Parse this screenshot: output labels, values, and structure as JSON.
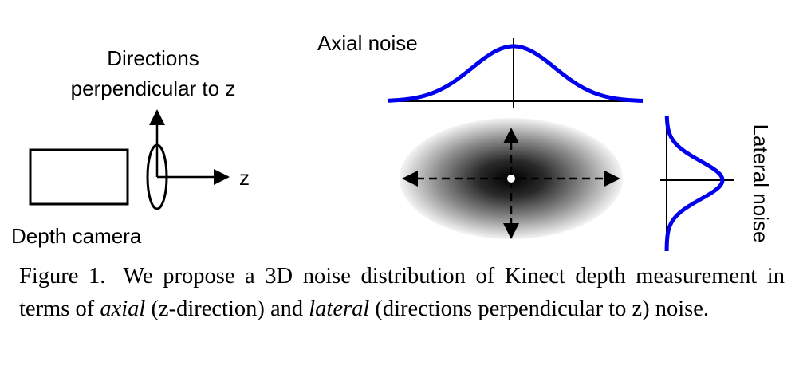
{
  "figure": {
    "camera_label": "Depth camera",
    "directions_line1": "Directions",
    "directions_line2": "perpendicular to z",
    "z_label": "z",
    "axial_label": "Axial noise",
    "lateral_label": "Lateral noise",
    "curve_color": "#0000ee",
    "ellipse_core_color": "#000000"
  },
  "caption": {
    "figure_number": "Figure 1.",
    "text_1": "We propose a 3D noise distribution of Kinect depth measurement in terms of ",
    "axial_word": "axial",
    "text_2": " (z-direction) and ",
    "lateral_word": "lateral",
    "text_3": " (directions perpendicular to z) noise."
  }
}
